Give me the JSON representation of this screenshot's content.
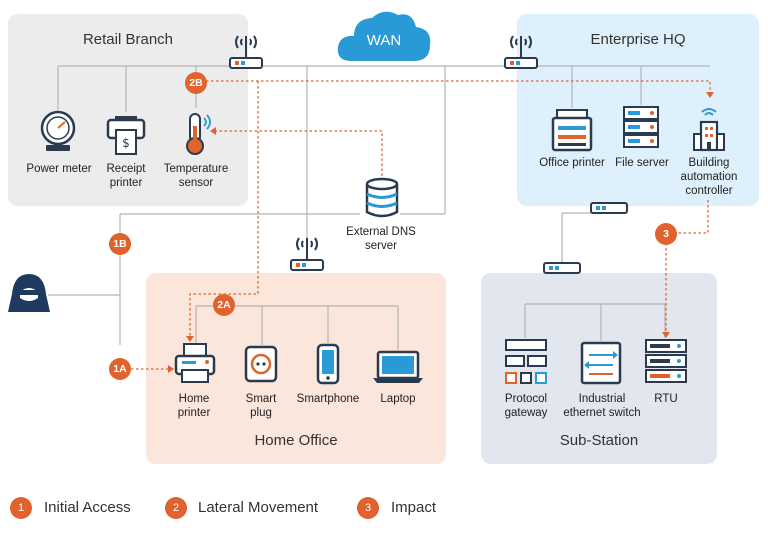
{
  "zones": {
    "retail": "Retail Branch",
    "enterprise": "Enterprise HQ",
    "home": "Home Office",
    "substation": "Sub-Station",
    "wan": "WAN"
  },
  "devices": {
    "power_meter": "Power meter",
    "receipt_printer_1": "Receipt",
    "receipt_printer_2": "printer",
    "temp_sensor_1": "Temperature",
    "temp_sensor_2": "sensor",
    "office_printer": "Office printer",
    "file_server": "File server",
    "bac_1": "Building",
    "bac_2": "automation",
    "bac_3": "controller",
    "dns_1": "External DNS",
    "dns_2": "server",
    "home_printer_1": "Home",
    "home_printer_2": "printer",
    "smart_plug_1": "Smart",
    "smart_plug_2": "plug",
    "smartphone": "Smartphone",
    "laptop": "Laptop",
    "protocol_gw_1": "Protocol",
    "protocol_gw_2": "gateway",
    "ind_switch_1": "Industrial",
    "ind_switch_2": "ethernet switch",
    "rtu": "RTU"
  },
  "steps": {
    "s1a": "1A",
    "s1b": "1B",
    "s2a": "2A",
    "s2b": "2B",
    "s3": "3"
  },
  "legend": [
    {
      "num": "1",
      "label": "Initial Access"
    },
    {
      "num": "2",
      "label": "Lateral Movement"
    },
    {
      "num": "3",
      "label": "Impact"
    }
  ],
  "colors": {
    "accent": "#e0632d",
    "retail_bg": "#ececec",
    "enterprise_bg": "#ddf0fb",
    "home_bg": "#fbe6dc",
    "substation_bg": "#e2e6ee",
    "icon_dark": "#2b3b4f",
    "icon_blue": "#2a9ad6"
  }
}
